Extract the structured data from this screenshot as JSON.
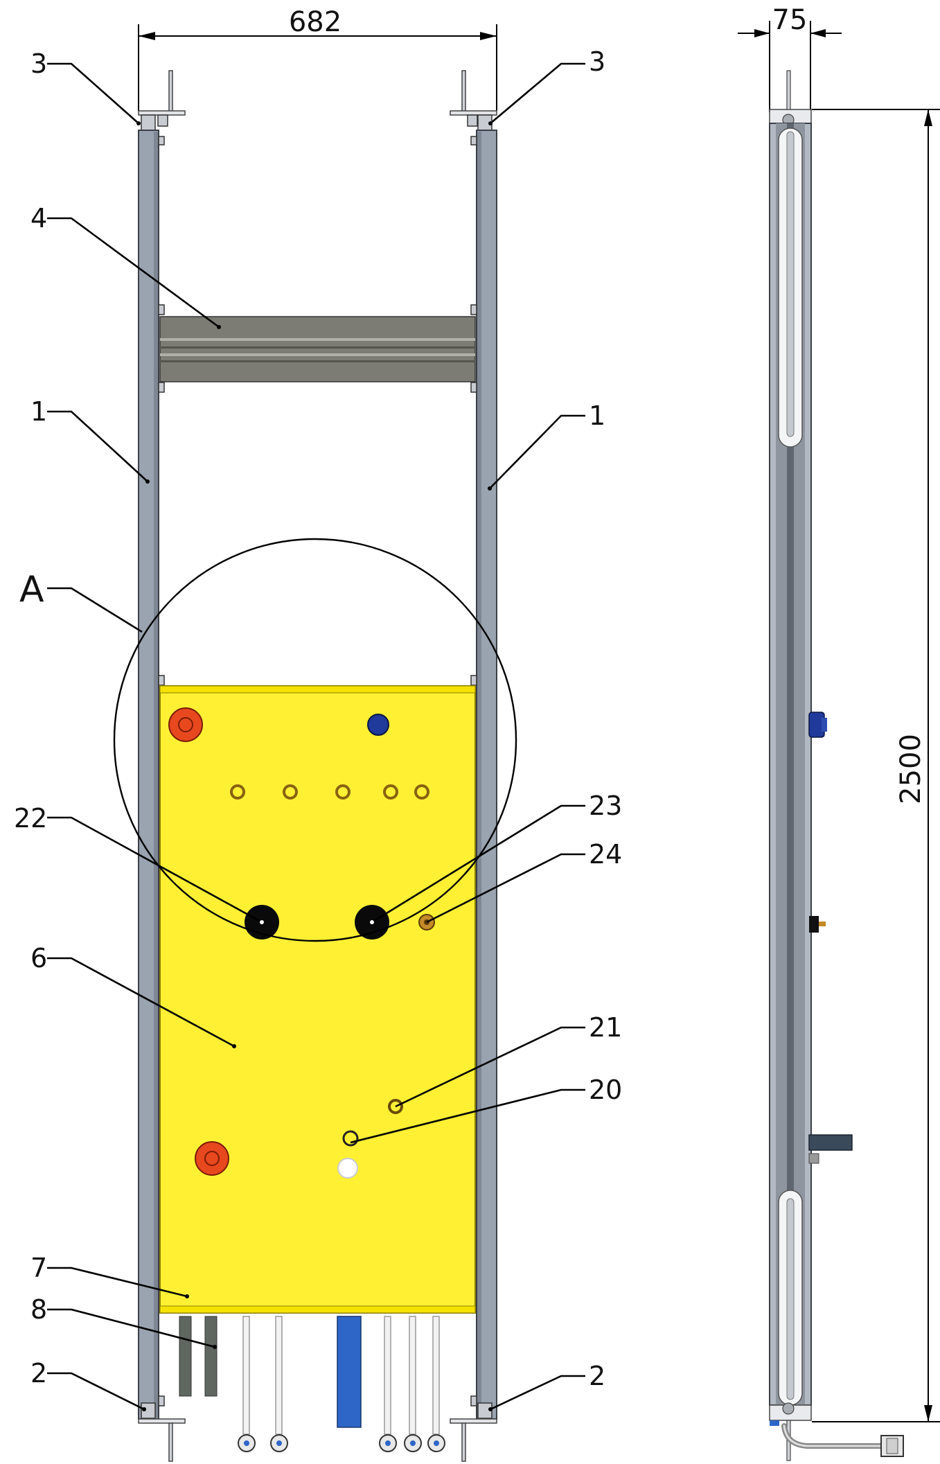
{
  "front_view": {
    "width_dim": "682",
    "labels": {
      "item_1": "1",
      "item_2": "2",
      "item_3": "3",
      "item_4": "4",
      "item_6": "6",
      "item_7": "7",
      "item_8": "8",
      "item_20": "20",
      "item_21": "21",
      "item_22": "22",
      "item_23": "23",
      "item_24": "24",
      "detail_a": "A"
    }
  },
  "side_view": {
    "depth_dim": "75",
    "height_dim": "2500"
  },
  "colors": {
    "frame": "#9aa3b0",
    "panel": "#fff034",
    "crossbar": "#7c7c74",
    "red_port": "#e8481e",
    "blue_port": "#1f3a9a",
    "black_port": "#0a0a0a",
    "brass_port": "#c48a2a",
    "blue_pipe": "#2e66c8",
    "grey_pipe": "#5f6760"
  }
}
